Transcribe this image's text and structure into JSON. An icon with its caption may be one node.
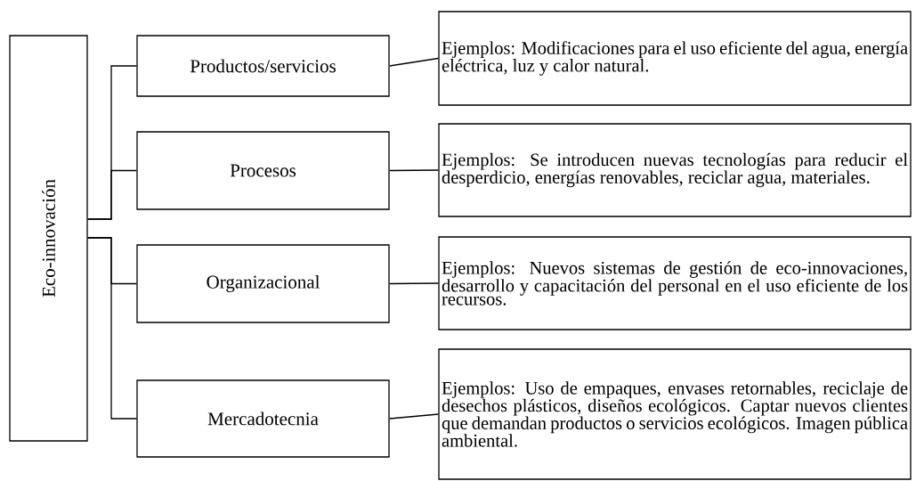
{
  "diagram": {
    "nodes": [
      {
        "text": [
          "Eco-innovación"
        ]
      },
      {
        "text": [
          "Productos/servicios"
        ]
      },
      {
        "text": [
          "Procesos"
        ]
      },
      {
        "text": [
          "Organizacional"
        ]
      },
      {
        "text": [
          "Mercadotecnia"
        ]
      },
      {
        "text": [
          "Ejemplos: Modificaciones para el uso eficiente del agua, energía eléctrica, luz y calor natural."
        ]
      },
      {
        "text": [
          "Ejemplos: Se introducen nuevas tecnologías para reducir el desperdicio, energías renovables, reciclar agua, materiales."
        ]
      },
      {
        "text": [
          "Ejemplos: Nuevos sistemas de gestión de eco-innovaciones, desarrollo y capacitación del personal en el uso eficiente de los recursos."
        ]
      },
      {
        "text": [
          "Ejemplos: Uso de empaques, envases retornables, reciclaje de desechos plásticos, diseños ecológicos. Captar nuevos clientes que demandan productos o servicios ecológicos. Imagen pública ambiental."
        ]
      }
    ],
    "edges": [
      {
        "from": 0,
        "to": 1,
        "arrow": "none"
      },
      {
        "from": 0,
        "to": 2,
        "arrow": "none"
      },
      {
        "from": 0,
        "to": 3,
        "arrow": "none"
      },
      {
        "from": 0,
        "to": 4,
        "arrow": "none"
      },
      {
        "from": 1,
        "to": 5,
        "arrow": "none"
      },
      {
        "from": 2,
        "to": 6,
        "arrow": "none"
      },
      {
        "from": 3,
        "to": 7,
        "arrow": "none"
      },
      {
        "from": 4,
        "to": 8,
        "arrow": "none"
      }
    ]
  }
}
